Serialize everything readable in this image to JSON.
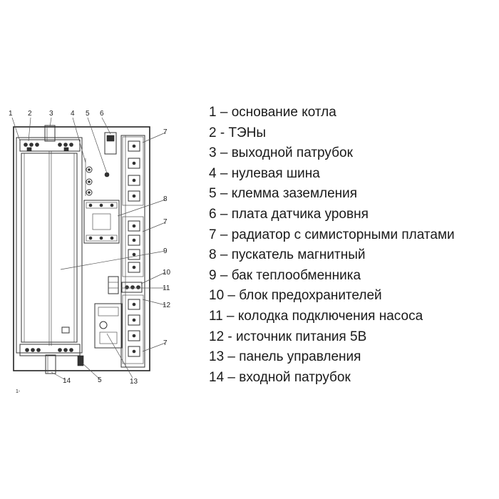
{
  "callouts": {
    "c1": "1",
    "c2": "2",
    "c3": "3",
    "c4": "4",
    "c5": "5",
    "c6": "6",
    "c7a": "7",
    "c7b": "7",
    "c7c": "7",
    "c8": "8",
    "c9": "9",
    "c10": "10",
    "c11": "11",
    "c12": "12",
    "c13": "13",
    "c14": "14",
    "c5b": "5"
  },
  "corner_mark": "1-",
  "legend": [
    "1 – основание котла",
    "2 -  ТЭНы",
    "3 – выходной патрубок",
    "4 – нулевая шина",
    "5 – клемма заземления",
    "6 – плата датчика уровня",
    "7 – радиатор с симисторными   платами",
    "8 – пускатель магнитный",
    "9 – бак теплообменника",
    "10 – блок предохранителей",
    "11 – колодка подключения насоса",
    "12 -  источник питания 5В",
    "13 – панель управления",
    "14 – входной патрубок"
  ]
}
